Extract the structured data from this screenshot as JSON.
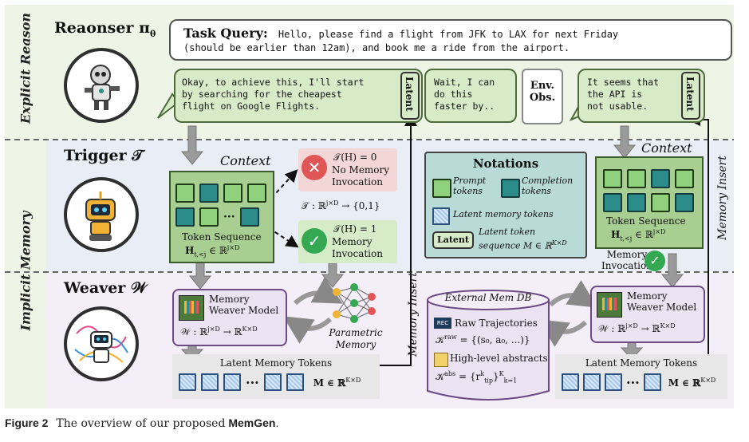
{
  "side_labels": {
    "explicit": "Explicit Reason",
    "implicit": "Implicit Memory"
  },
  "reasoner": {
    "title": "Reaonser π",
    "subscript": "θ"
  },
  "task_query": {
    "label": "Task Query:",
    "line1": "Hello, please find a flight from JFK to LAX for next Friday",
    "line2": "(should be earlier than 12am), and book me a ride from the airport."
  },
  "bubble1": {
    "line1": "Okay, to achieve this, I'll start",
    "line2": "by searching for the cheapest",
    "line3": "flight on Google Flights."
  },
  "bubble2": {
    "line1": "Wait, I can",
    "line2": "do this",
    "line3": "faster by.."
  },
  "bubble3": {
    "line1": "It seems that",
    "line2": "the API is",
    "line3": "not usable."
  },
  "latent_label": "Latent",
  "env_obs": {
    "line1": "Env.",
    "line2": "Obs."
  },
  "trigger": {
    "title": "Trigger 𝒯",
    "context": "Context",
    "token_sequence": "Token Sequence",
    "h_formula": "H",
    "h_sub": "t,<j",
    "h_space": "∈ ℝ",
    "h_sup": "j×D",
    "dots": "···",
    "no_invoke_formula": "𝒯(H) = 0",
    "no_invoke_line1": "No Memory",
    "no_invoke_line2": "Invocation",
    "map_formula": "𝒯 : ℝ",
    "map_sup": "j×D",
    "map_tail": "→ {0,1}",
    "invoke_formula": "𝒯(H) = 1",
    "invoke_line1": "Memory",
    "invoke_line2": "Invocation"
  },
  "notations": {
    "title": "Notations",
    "prompt_line1": "Prompt",
    "prompt_line2": "tokens",
    "completion_line1": "Completion",
    "completion_line2": "tokens",
    "latent_mem": "Latent memory tokens",
    "latent_tag": "Latent",
    "latent_seq_line1": "Latent token",
    "latent_seq_line2": "sequence M ∈ ℝ",
    "latent_seq_sup": "K×D"
  },
  "right_context": {
    "context": "Context",
    "token_sequence": "Token Sequence",
    "h_formula": "H",
    "h_sub": "t,<j",
    "h_space": "∈ ℝ",
    "h_sup": "j×D",
    "invoke_line1": "Memory",
    "invoke_line2": "Invocation"
  },
  "memory_insert": "Memory Insert",
  "weaver": {
    "title": "Weaver 𝒲",
    "model_line1": "Memory",
    "model_line2": "Weaver Model",
    "map": "𝒲 : ℝ",
    "map_sup1": "j×D",
    "map_mid": "→ ℝ",
    "map_sup2": "K×D",
    "param_line1": "Parametric",
    "param_line2": "Memory",
    "latent_tokens": "Latent Memory Tokens",
    "m_formula": "M ∈ ℝ",
    "m_sup": "K×D",
    "dots": "···"
  },
  "external_db": {
    "title": "External Mem DB",
    "rec": "REC",
    "raw": "Raw Trajectories",
    "raw_formula": "𝒦",
    "raw_sup": "raw",
    "raw_tail": "= {(s₀, a₀, ...)}",
    "abstracts": "High-level abstracts",
    "abs_formula": "𝒦",
    "abs_sup": "abs",
    "abs_tail": "= {r",
    "abs_tail_sup": "k",
    "abs_tail_sub": "tip",
    "abs_close": "}",
    "abs_range_sup": "K",
    "abs_range_sub": "k=1"
  },
  "caption": {
    "fig": "Figure 2",
    "text": "The overview of our proposed",
    "name": "MemGen",
    "period": "."
  },
  "colors": {
    "green_band": "#eef5e6",
    "blue_band": "#e8edf6",
    "purple_band": "#f3eef7",
    "bubble": "#d8ebc9",
    "prompt_token": "#8fd17c",
    "completion_token": "#2b8c8a",
    "latent_token": "#a9c9e8"
  }
}
